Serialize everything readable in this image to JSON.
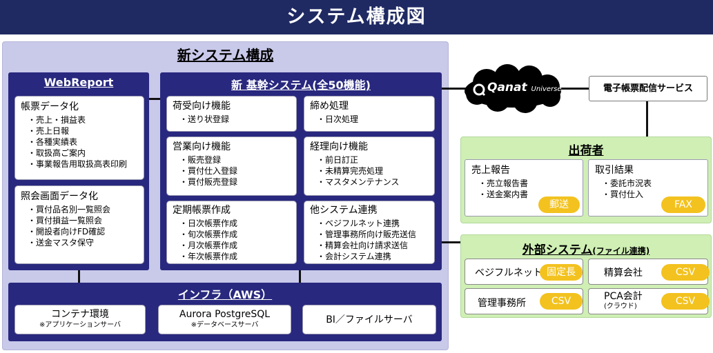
{
  "page_title": "システム構成図",
  "new_system": {
    "title": "新システム構成",
    "webreport": {
      "title": "WebReport",
      "cards": [
        {
          "title": "帳票データ化",
          "items": [
            "売上・損益表",
            "売上日報",
            "各種実績表",
            "取扱高ご案内",
            "事業報告用取扱高表印刷"
          ]
        },
        {
          "title": "照会画面データ化",
          "items": [
            "買付品名別一覧照会",
            "買付損益一覧照会",
            "開設者向けFD確認",
            "送金マスタ保守"
          ]
        }
      ]
    },
    "core": {
      "title": "新 基幹システム(全50機能)",
      "cards": [
        {
          "title": "荷受向け機能",
          "items": [
            "送り状登録"
          ]
        },
        {
          "title": "締め処理",
          "items": [
            "日次処理"
          ]
        },
        {
          "title": "営業向け機能",
          "items": [
            "販売登録",
            "買付仕入登録",
            "買付販売登録"
          ]
        },
        {
          "title": "経理向け機能",
          "items": [
            "前日訂正",
            "未精算完売処理",
            "マスタメンテナンス"
          ]
        },
        {
          "title": "定期帳票作成",
          "items": [
            "日次帳票作成",
            "旬次帳票作成",
            "月次帳票作成",
            "年次帳票作成"
          ]
        },
        {
          "title": "他システム連携",
          "items": [
            "ベジフルネット連携",
            "管理事務所向け販売送信",
            "精算会社向け請求送信",
            "会計システム連携"
          ]
        }
      ]
    },
    "infra": {
      "title": "インフラ（AWS）",
      "cards": [
        {
          "label": "コンテナ環境",
          "note": "※アプリケーションサーバ"
        },
        {
          "label": "Aurora PostgreSQL",
          "note": "※データベースサーバ"
        },
        {
          "label": "BI／ファイルサーバ",
          "note": ""
        }
      ]
    }
  },
  "cloud": {
    "brand": "Qanat",
    "sub": "Universe"
  },
  "e_service": {
    "label": "電子帳票配信サービス"
  },
  "shipper": {
    "title": "出荷者",
    "cards": [
      {
        "title": "売上報告",
        "items": [
          "売立報告書",
          "送金案内書"
        ],
        "badge": "郵送"
      },
      {
        "title": "取引結果",
        "items": [
          "委託市況表",
          "買付仕入"
        ],
        "badge": "FAX"
      }
    ]
  },
  "external": {
    "title": "外部システム",
    "title_suffix": "(ファイル連携)",
    "items": [
      {
        "label": "ベジフルネット",
        "sub": "",
        "badge": "固定長"
      },
      {
        "label": "精算会社",
        "sub": "",
        "badge": "CSV"
      },
      {
        "label": "管理事務所",
        "sub": "",
        "badge": "CSV"
      },
      {
        "label": "PCA会計",
        "sub": "(クラウド)",
        "badge": "CSV"
      }
    ]
  },
  "colors": {
    "header": "#1f2a63",
    "panel": "#28287f",
    "outer": "#c9c9ea",
    "green": "#cfefb4",
    "badge": "#f3c21f"
  }
}
